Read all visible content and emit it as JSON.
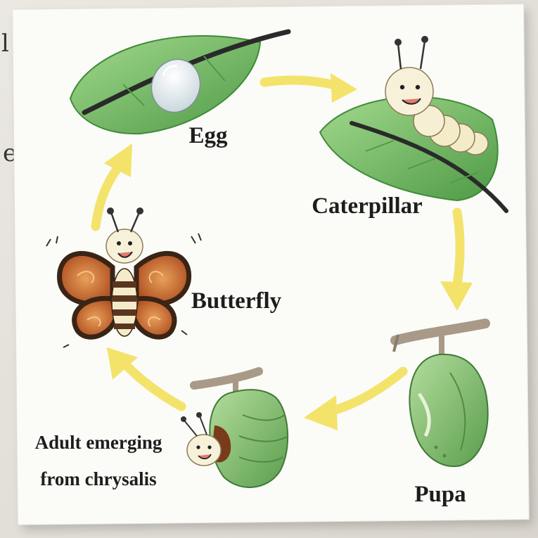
{
  "edge_text": [
    "l",
    "e"
  ],
  "stages": {
    "egg": "Egg",
    "caterpillar": "Caterpillar",
    "pupa": "Pupa",
    "emerging_line1": "Adult emerging",
    "emerging_line2": "from chrysalis",
    "butterfly": "Butterfly"
  },
  "colors": {
    "arrow": "#f3e36a",
    "leaf": "#7cc06a",
    "leaf_dark": "#3f8a3a",
    "chrysalis": "#8cc77a",
    "butterfly_wing": "#c96a2c",
    "butterfly_edge": "#3a2416",
    "caterpillar": "#f4ebc9",
    "twig": "#a89a86"
  },
  "icons": [
    "egg-icon",
    "caterpillar-icon",
    "pupa-icon",
    "emerging-adult-icon",
    "butterfly-icon"
  ]
}
